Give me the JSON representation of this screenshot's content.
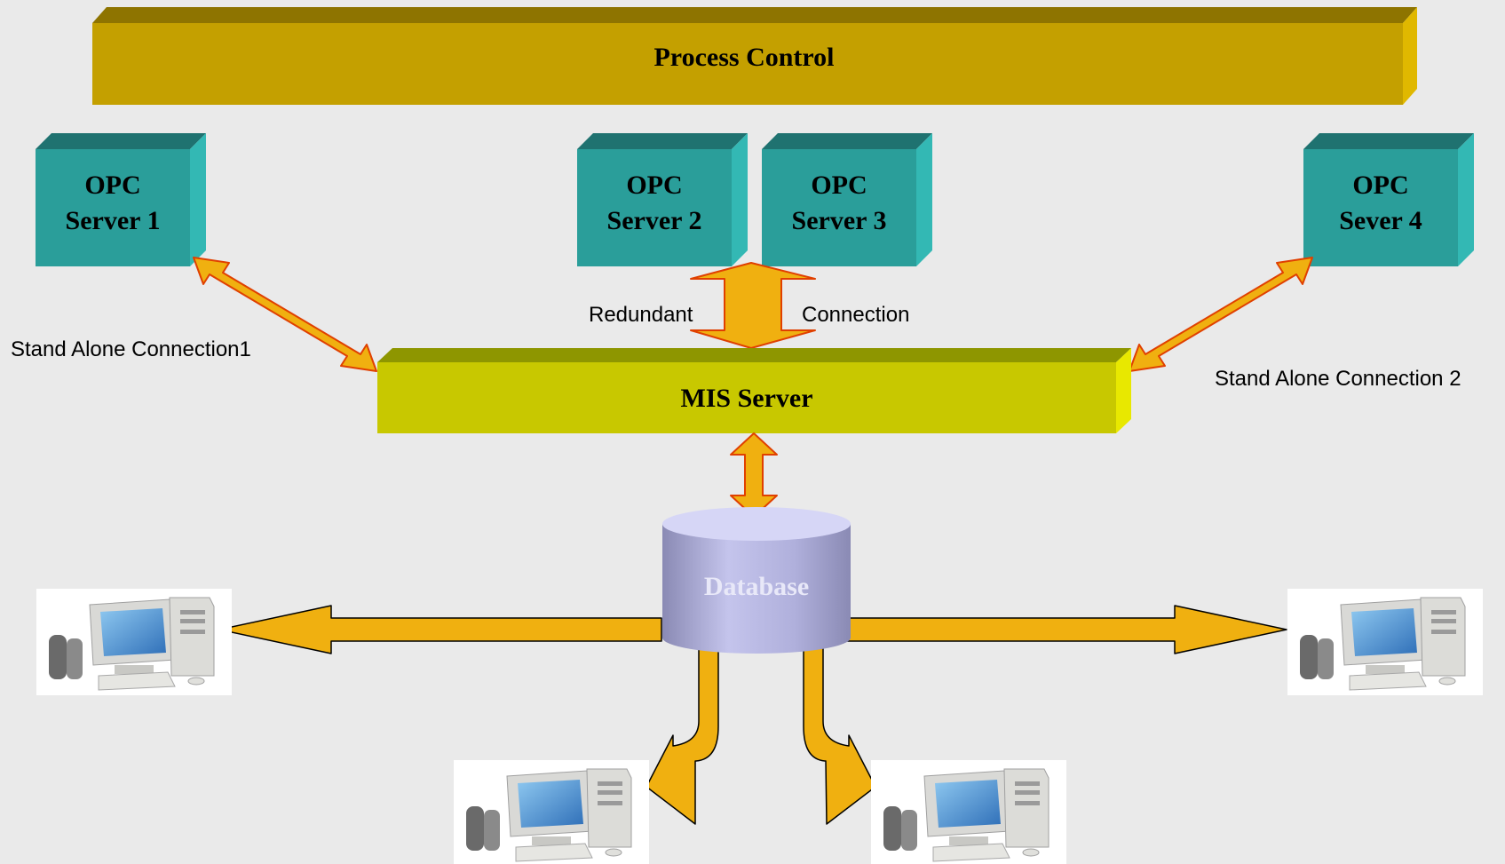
{
  "process_control": {
    "label": "Process Control"
  },
  "opc_servers": [
    {
      "line1": "OPC",
      "line2": "Server 1"
    },
    {
      "line1": "OPC",
      "line2": "Server 2"
    },
    {
      "line1": "OPC",
      "line2": "Server 3"
    },
    {
      "line1": "OPC",
      "line2": "Sever 4"
    }
  ],
  "mis_server": {
    "label": "MIS Server"
  },
  "database": {
    "label": "Database"
  },
  "connections": {
    "left": "Stand Alone Connection1",
    "right": "Stand Alone Connection 2",
    "redundant_left": "Redundant",
    "redundant_right": "Connection"
  },
  "colors": {
    "background": "#eaeaea",
    "process_control_front": "#c4a000",
    "opc_front": "#2a9e9a",
    "mis_front": "#c8c800",
    "arrow_fill": "#f0b010",
    "arrow_stroke": "#e04000",
    "database": "#b8b8e0"
  },
  "icons": {
    "workstation": "desktop-computer-icon"
  }
}
